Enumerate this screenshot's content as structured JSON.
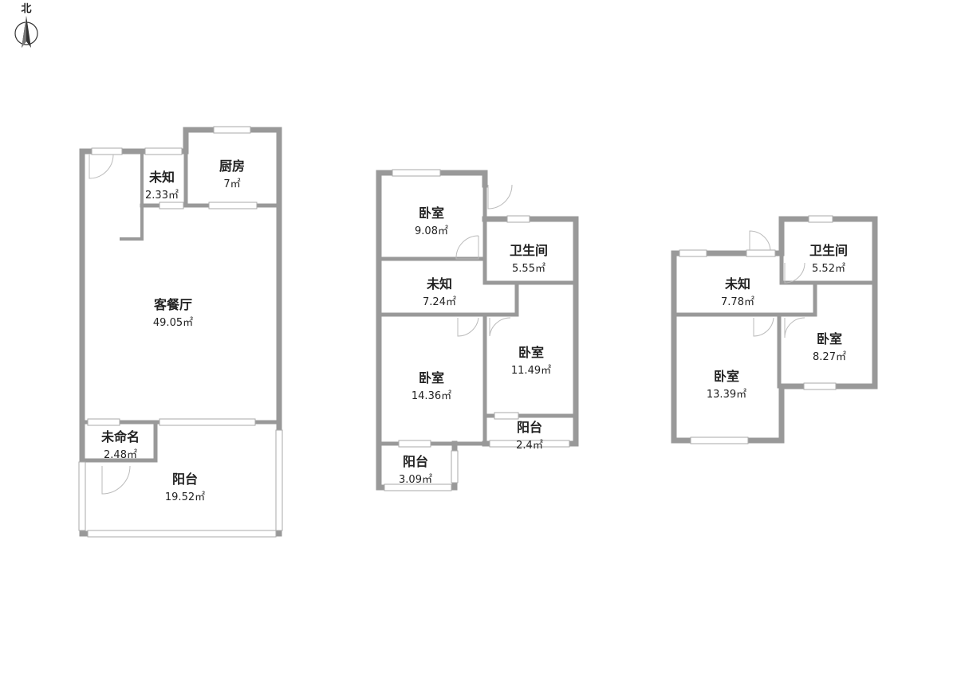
{
  "compass": {
    "label": "北",
    "icon": "north-arrow-icon"
  },
  "colors": {
    "wall": "#999999",
    "window": "#ffffff",
    "window_line": "#aaaaaa",
    "door": "#bbbbbb"
  },
  "rooms": [
    {
      "id": "r1",
      "name": "未知",
      "area": "2.33㎡"
    },
    {
      "id": "r2",
      "name": "厨房",
      "area": "7㎡"
    },
    {
      "id": "r3",
      "name": "客餐厅",
      "area": "49.05㎡"
    },
    {
      "id": "r4",
      "name": "未命名",
      "area": "2.48㎡"
    },
    {
      "id": "r5",
      "name": "阳台",
      "area": "19.52㎡"
    },
    {
      "id": "r6",
      "name": "卧室",
      "area": "9.08㎡"
    },
    {
      "id": "r7",
      "name": "卫生间",
      "area": "5.55㎡"
    },
    {
      "id": "r8",
      "name": "未知",
      "area": "7.24㎡"
    },
    {
      "id": "r9",
      "name": "卧室",
      "area": "11.49㎡"
    },
    {
      "id": "r10",
      "name": "卧室",
      "area": "14.36㎡"
    },
    {
      "id": "r11",
      "name": "阳台",
      "area": "2.4㎡"
    },
    {
      "id": "r12",
      "name": "阳台",
      "area": "3.09㎡"
    },
    {
      "id": "r13",
      "name": "卫生间",
      "area": "5.52㎡"
    },
    {
      "id": "r14",
      "name": "未知",
      "area": "7.78㎡"
    },
    {
      "id": "r15",
      "name": "卧室",
      "area": "8.27㎡"
    },
    {
      "id": "r16",
      "name": "卧室",
      "area": "13.39㎡"
    }
  ]
}
